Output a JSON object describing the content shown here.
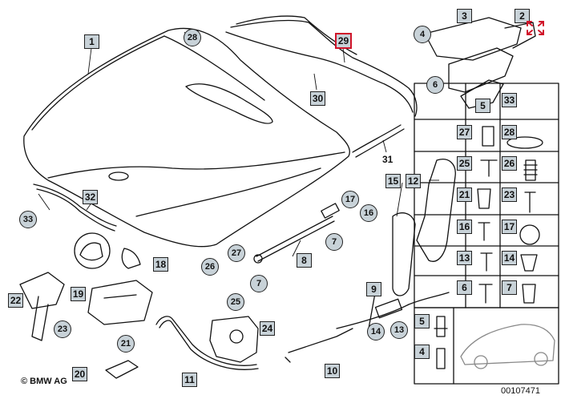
{
  "diagram": {
    "copyright": "© BMW AG",
    "image_code": "00107471",
    "expand_icon": "expand-arrows-icon",
    "callouts_square": [
      "1",
      "2",
      "3",
      "4",
      "5",
      "6",
      "7",
      "8",
      "9",
      "10",
      "11",
      "12",
      "13",
      "14",
      "15",
      "16",
      "17",
      "18",
      "19",
      "20",
      "21",
      "22",
      "23",
      "24",
      "25",
      "26",
      "27",
      "28",
      "29",
      "30",
      "31",
      "32",
      "33"
    ],
    "labels": {
      "c1": "1",
      "c2": "2",
      "c3": "3",
      "c4": "4",
      "c5": "5",
      "c6": "6",
      "c8": "8",
      "c9": "9",
      "c10": "10",
      "c11": "11",
      "c12": "12",
      "c15": "15",
      "c18": "18",
      "c19": "19",
      "c20": "20",
      "c22": "22",
      "c24": "24",
      "c29": "29",
      "c30": "30",
      "c31": "31",
      "c32": "32",
      "c33": "33",
      "o4": "4",
      "o6": "6",
      "o7a": "7",
      "o7b": "7",
      "o13": "13",
      "o14": "14",
      "o16": "16",
      "o17": "17",
      "o21": "21",
      "o23": "23",
      "o25": "25",
      "o26": "26",
      "o27": "27",
      "o28": "28",
      "o33": "33",
      "g33": "33",
      "g27": "27",
      "g28": "28",
      "g25": "25",
      "g26": "26",
      "g21": "21",
      "g23": "23",
      "g16": "16",
      "g17": "17",
      "g13": "13",
      "g14": "14",
      "g6": "6",
      "g7": "7",
      "g5": "5",
      "g4": "4"
    }
  }
}
